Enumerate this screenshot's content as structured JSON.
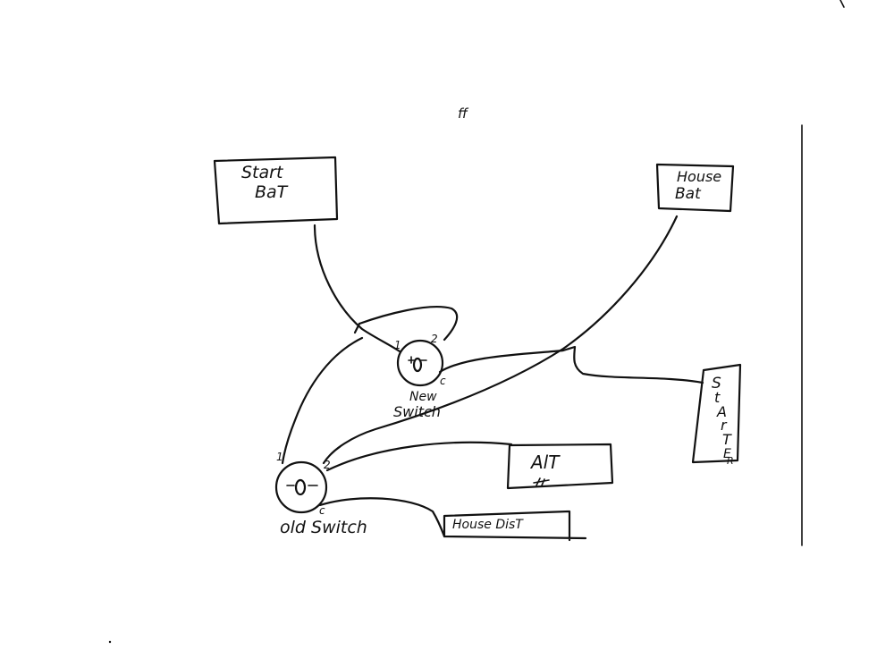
{
  "mark": "ff",
  "boxes": {
    "start_bat": {
      "line1": "Start",
      "line2": "BaT"
    },
    "house_bat": {
      "line1": "House",
      "line2": "Bat"
    },
    "starter": {
      "letters": [
        "S",
        "t",
        "A",
        "r",
        "T",
        "E",
        "R"
      ]
    },
    "alt": {
      "label": "AlT"
    },
    "house_dist": {
      "label": "House DisT"
    }
  },
  "switches": {
    "new_switch": {
      "line1": "New",
      "line2": "Switch",
      "t1": "1",
      "t2": "2",
      "tc": "c"
    },
    "old_switch": {
      "label": "old Switch",
      "t1": "1",
      "t2": "2",
      "tc": "c"
    }
  },
  "colors": {
    "ink": "#111111",
    "paper": "#ffffff"
  }
}
